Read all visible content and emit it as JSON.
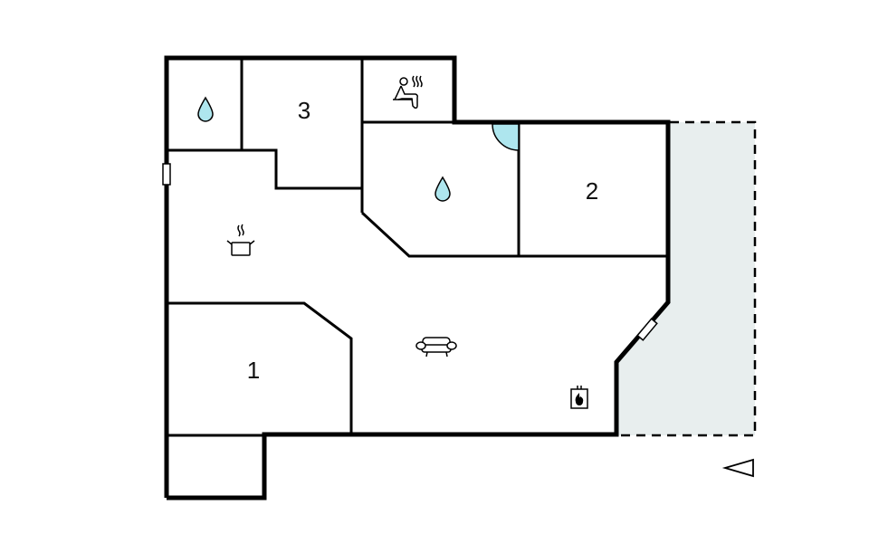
{
  "floorplan": {
    "colors": {
      "wall": "#000000",
      "background": "#ffffff",
      "terrace_fill": "#e8eeee",
      "water_icon": "#aee6ee"
    },
    "rooms": [
      {
        "id": "bedroom-1",
        "label": "1",
        "type": "bedroom"
      },
      {
        "id": "bedroom-2",
        "label": "2",
        "type": "bedroom"
      },
      {
        "id": "bedroom-3",
        "label": "3",
        "type": "bedroom"
      },
      {
        "id": "bathroom-small",
        "label": "",
        "type": "bathroom",
        "icon": "water-drop-icon"
      },
      {
        "id": "bathroom-large",
        "label": "",
        "type": "bathroom",
        "icon": "water-drop-icon"
      },
      {
        "id": "sauna",
        "label": "",
        "type": "sauna",
        "icon": "sauna-icon"
      },
      {
        "id": "kitchen",
        "label": "",
        "type": "kitchen",
        "icon": "cooking-pot-icon"
      },
      {
        "id": "living-room",
        "label": "",
        "type": "living",
        "icon": "sofa-icon"
      },
      {
        "id": "fireplace",
        "label": "",
        "type": "fireplace",
        "icon": "fireplace-icon"
      },
      {
        "id": "terrace",
        "label": "",
        "type": "terrace"
      },
      {
        "id": "entrance-annex",
        "label": "",
        "type": "annex"
      }
    ],
    "compass": {
      "icon": "north-arrow-icon",
      "direction": "left"
    }
  }
}
